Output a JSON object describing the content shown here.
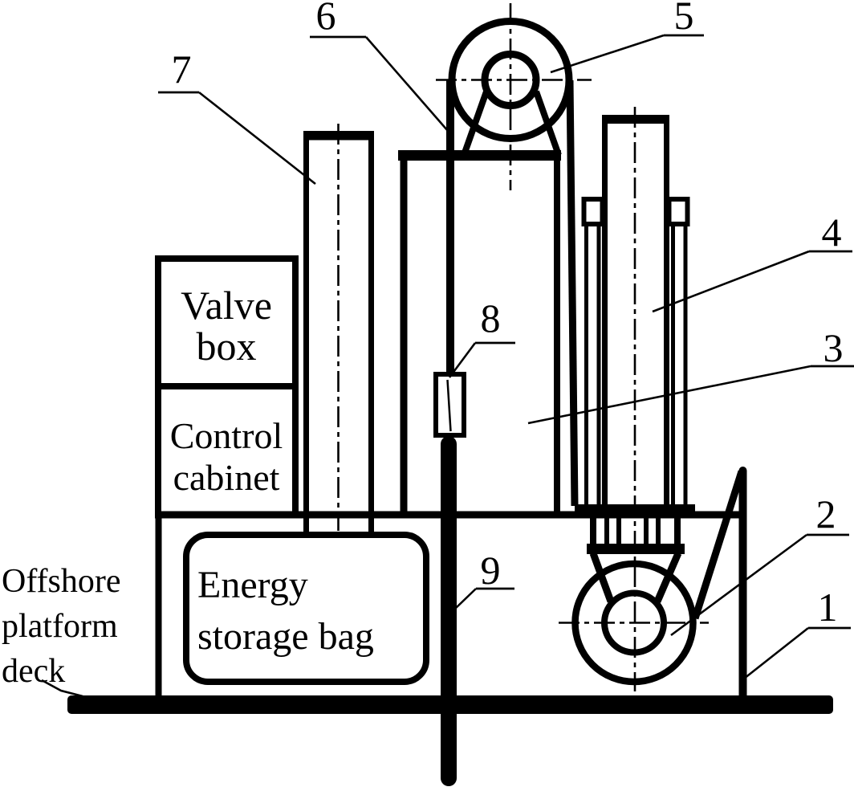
{
  "figure": {
    "background_color": "#ffffff",
    "ink_color": "#000000",
    "callouts": {
      "n1": "1",
      "n2": "2",
      "n3": "3",
      "n4": "4",
      "n5": "5",
      "n6": "6",
      "n7": "7",
      "n8": "8",
      "n9": "9"
    },
    "valve_box": {
      "line1": "Valve",
      "line2": "box"
    },
    "control_cabinet": {
      "line1": "Control",
      "line2": "cabinet"
    },
    "energy_storage_bag": {
      "line1": "Energy",
      "line2": "storage bag"
    },
    "deck_caption": {
      "line1": "Offshore",
      "line2": "platform",
      "line3": "deck"
    }
  }
}
